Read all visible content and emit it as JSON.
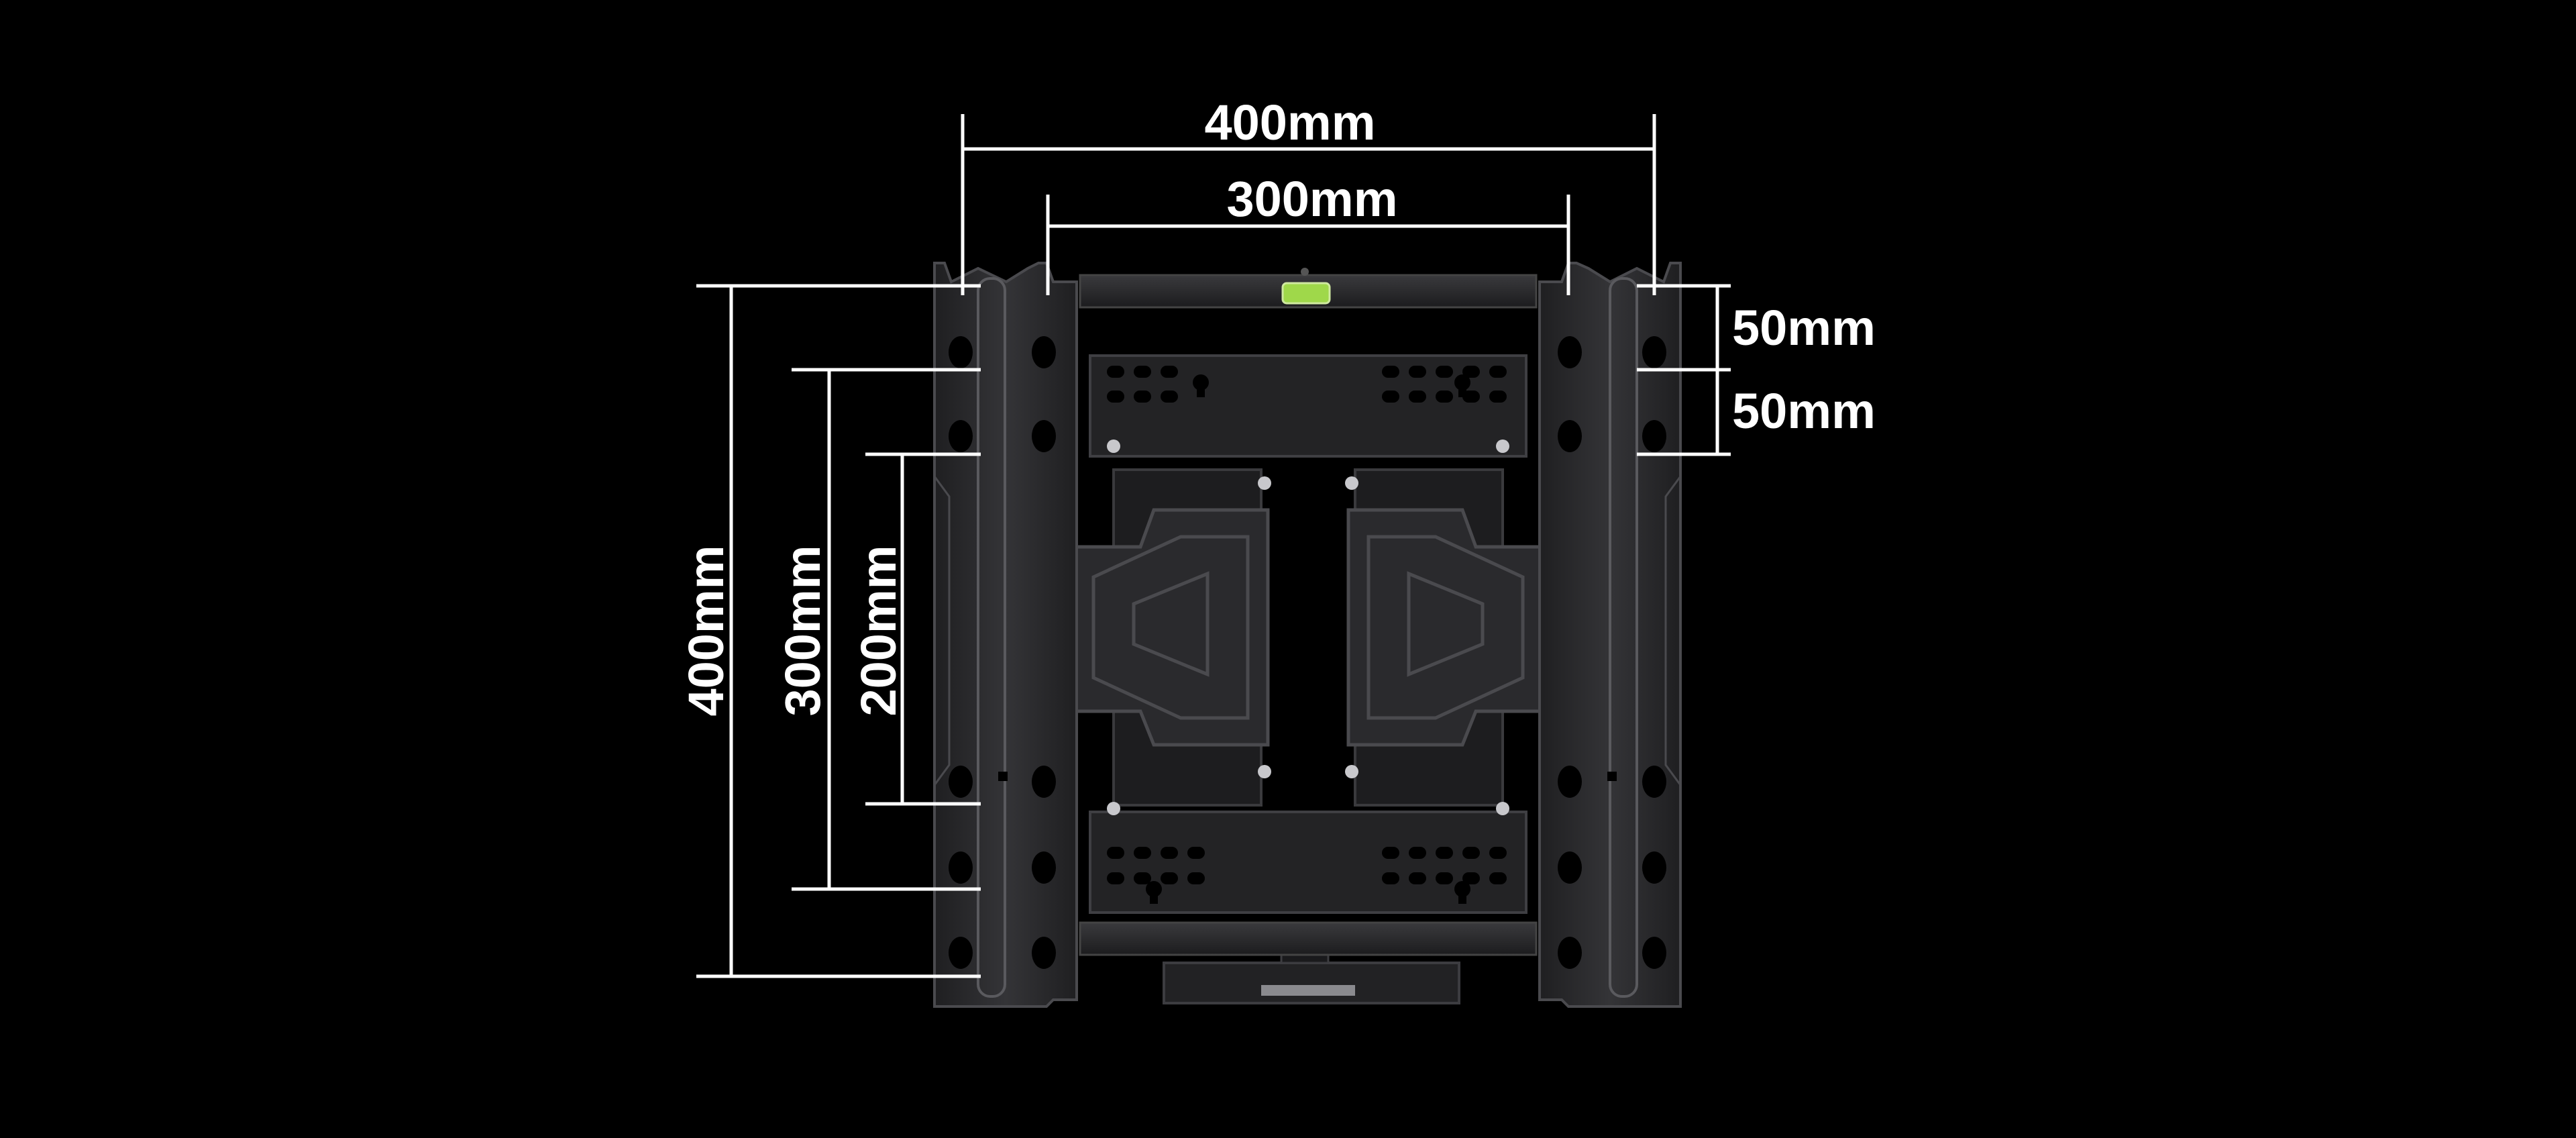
{
  "diagram": {
    "background": "#000000",
    "dimension_color": "#ffffff",
    "metal_color": "#2b2b2d",
    "metal_highlight": "#4a4a4e",
    "level_color": "#9fd84a",
    "labels": {
      "top_outer": "400mm",
      "top_inner": "300mm",
      "right_upper": "50mm",
      "right_lower": "50mm",
      "left_outer": "400mm",
      "left_middle": "300mm",
      "left_inner": "200mm"
    }
  }
}
